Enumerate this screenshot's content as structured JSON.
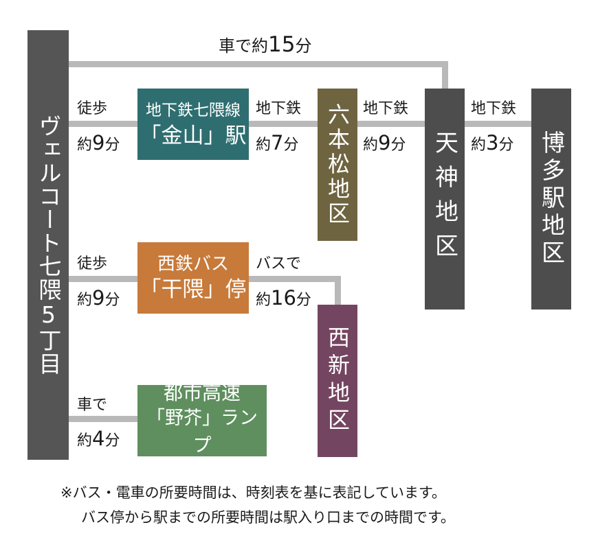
{
  "origin": {
    "label": "ヴェルコート七隈5丁目",
    "color": "#555555"
  },
  "top_route": {
    "label_prefix": "車で約",
    "label_num": "15",
    "label_suffix": "分"
  },
  "stations": {
    "kanayama": {
      "line1": "地下鉄七隈線",
      "line2": "「金山」駅",
      "color": "#2f6e70"
    },
    "ropponmatsu": {
      "label": "六本松地区",
      "color": "#6f6440"
    },
    "tenjin": {
      "label": "天神地区",
      "color": "#4d4d4d"
    },
    "hakata": {
      "label": "博多駅地区",
      "color": "#4d4d4d"
    },
    "bus_stop": {
      "line1": "西鉄バス",
      "line2": "「干隈」停",
      "color": "#c77a3a"
    },
    "nishijin": {
      "label": "西新地区",
      "color": "#744560"
    },
    "highway": {
      "line1": "都市高速",
      "line2": "「野芥」ランプ",
      "color": "#5f8f5f"
    }
  },
  "segments": {
    "walk_kanayama": {
      "mode": "徒歩",
      "time_prefix": "約",
      "time_num": "9",
      "time_suffix": "分"
    },
    "kanayama_roppon": {
      "mode": "地下鉄",
      "time_prefix": "約",
      "time_num": "7",
      "time_suffix": "分"
    },
    "roppon_tenjin": {
      "mode": "地下鉄",
      "time_prefix": "約",
      "time_num": "9",
      "time_suffix": "分"
    },
    "tenjin_hakata": {
      "mode": "地下鉄",
      "time_prefix": "約",
      "time_num": "3",
      "time_suffix": "分"
    },
    "walk_busstop": {
      "mode": "徒歩",
      "time_prefix": "約",
      "time_num": "9",
      "time_suffix": "分"
    },
    "bus_nishijin": {
      "mode": "バスで",
      "time_prefix": "約",
      "time_num": "16",
      "time_suffix": "分"
    },
    "car_highway": {
      "mode": "車で",
      "time_prefix": "約",
      "time_num": "4",
      "time_suffix": "分"
    }
  },
  "notes": {
    "line1": "※バス・電車の所要時間は、時刻表を基に表記しています。",
    "line2": "バス停から駅までの所要時間は駅入り口までの時間です。"
  }
}
